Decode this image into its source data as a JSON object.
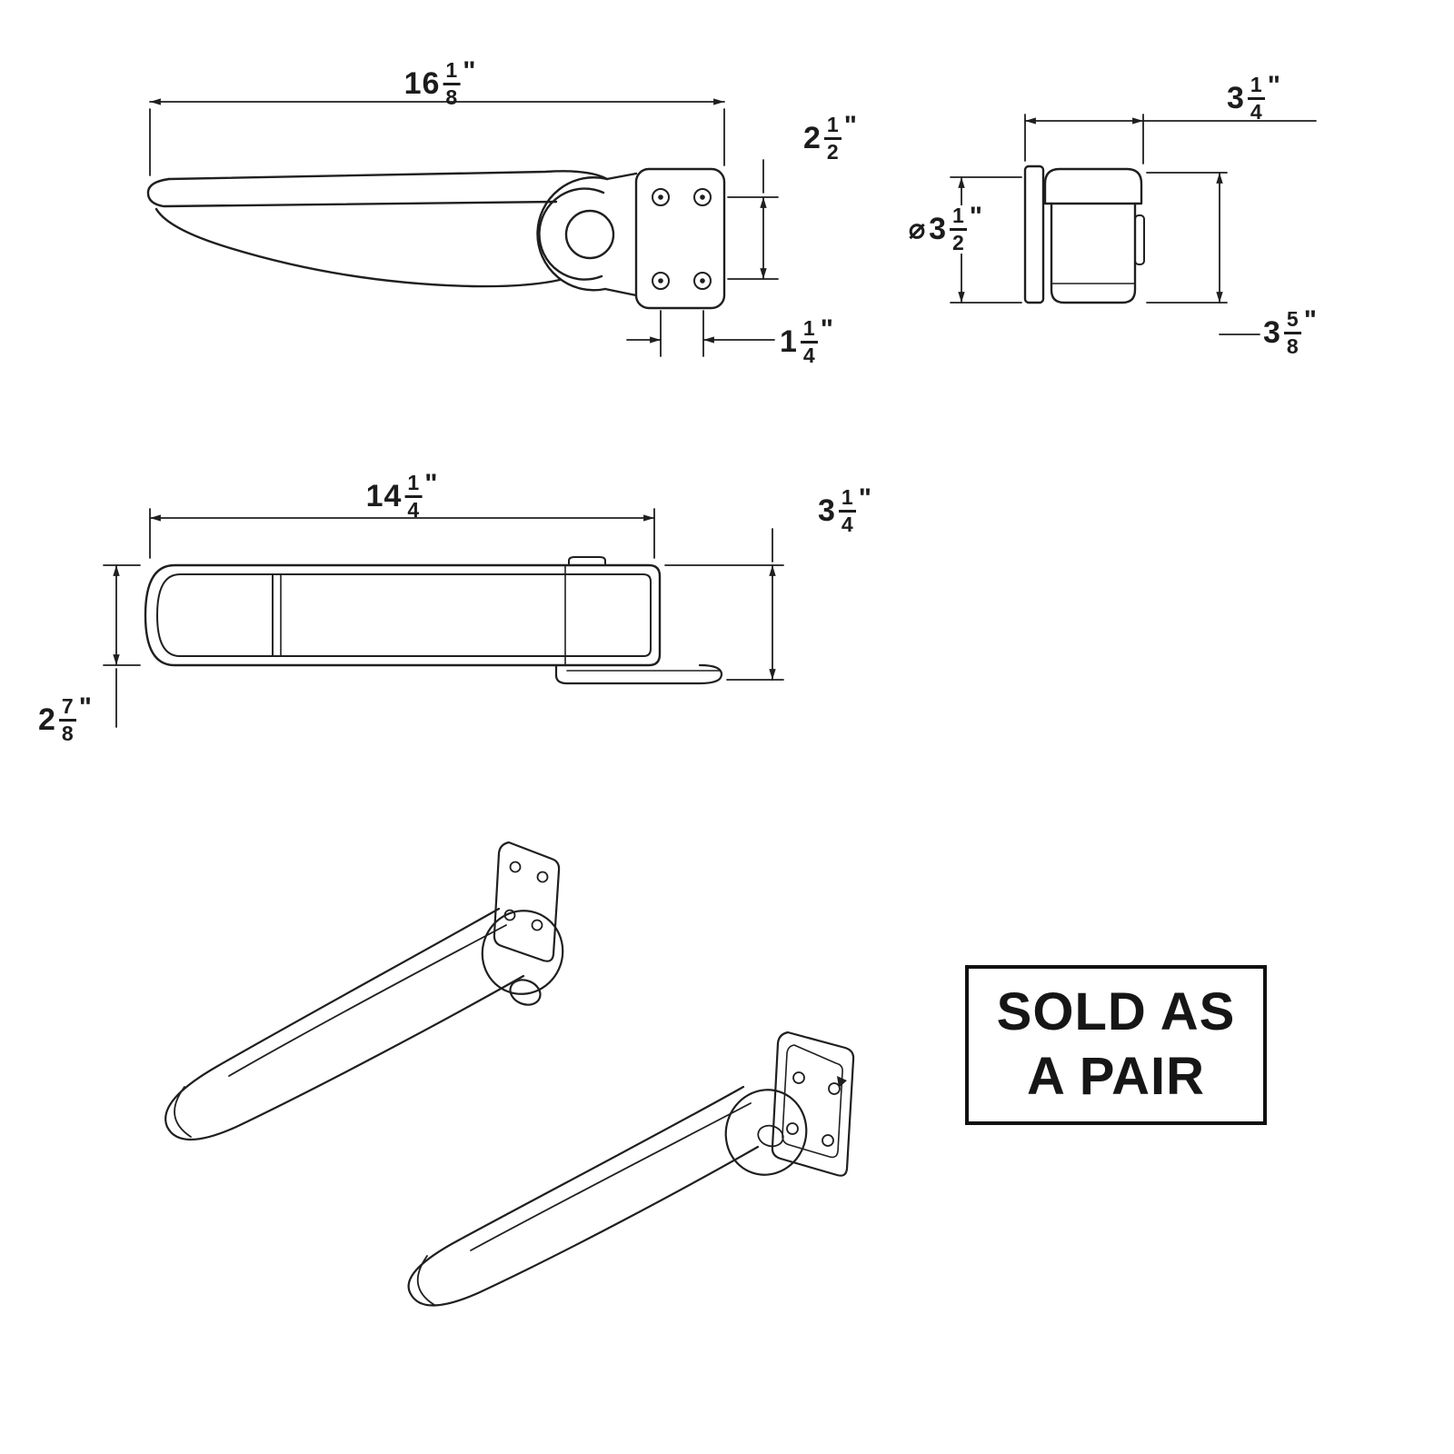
{
  "note": {
    "line1": "SOLD AS",
    "line2": "A PAIR"
  },
  "dims": {
    "overall_length": {
      "whole": "16",
      "num": "1",
      "den": "8",
      "unit": "\""
    },
    "mount_height": {
      "whole": "2",
      "num": "1",
      "den": "2",
      "unit": "\""
    },
    "bolt_spacing": {
      "whole": "1",
      "num": "1",
      "den": "4",
      "unit": "\""
    },
    "end_width": {
      "whole": "3",
      "num": "1",
      "den": "4",
      "unit": "\""
    },
    "end_diameter": {
      "prefix": "⌀",
      "whole": "3",
      "num": "1",
      "den": "2",
      "unit": "\""
    },
    "end_height": {
      "whole": "3",
      "num": "5",
      "den": "8",
      "unit": "\""
    },
    "pad_length": {
      "whole": "14",
      "num": "1",
      "den": "4",
      "unit": "\""
    },
    "overall_width": {
      "whole": "3",
      "num": "1",
      "den": "4",
      "unit": "\""
    },
    "pad_thickness": {
      "whole": "2",
      "num": "7",
      "den": "8",
      "unit": "\""
    }
  },
  "line_color": "#1f1f1f"
}
